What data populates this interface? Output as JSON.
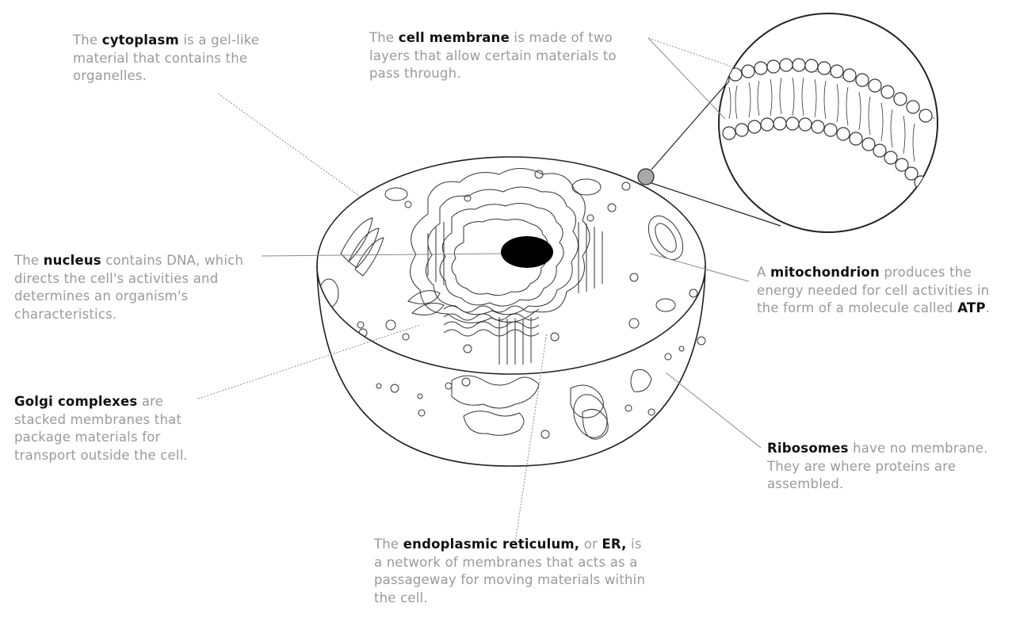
{
  "labels": {
    "cytoplasm": {
      "before": "The ",
      "term": "cytoplasm",
      "after": " is a gel-like material that contains the organelles."
    },
    "membrane": {
      "before": "The ",
      "term": "cell membrane",
      "after": " is made of two layers that allow certain materials to pass through."
    },
    "nucleus": {
      "before": "The ",
      "term": "nucleus",
      "after": " contains DNA, which directs the cell's activities and determines an organism's characteristics."
    },
    "mitochondrion": {
      "before": "A ",
      "term": "mitochondrion",
      "after": " produces the energy needed for cell activities in the form of a molecule called ",
      "term2": "ATP",
      "after2": "."
    },
    "golgi": {
      "term": "Golgi complexes",
      "after": " are stacked membranes that package materials for transport outside the cell."
    },
    "ribosomes": {
      "term": "Ribosomes",
      "after": " have no membrane. They are where proteins are assembled."
    },
    "er": {
      "before": "The ",
      "term": "endoplasmic reticulum,",
      "after": " or ",
      "term2": "ER,",
      "after2": " is a network of membranes that acts as a passageway for moving materials within the cell."
    }
  },
  "colors": {
    "term": "#111111",
    "body_text": "#9a9a9a",
    "outline": "#222222",
    "nucleolus": "#000000",
    "zoom_dot": "#a8a8a8"
  }
}
